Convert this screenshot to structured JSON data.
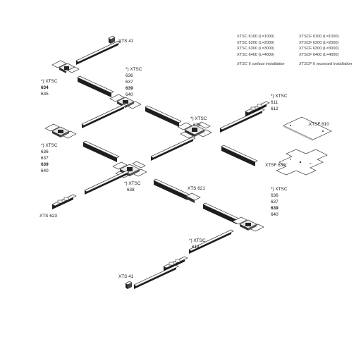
{
  "legend_left": {
    "lines": [
      "XTSC 6100 (L=1000)",
      "XTSC 6200 (L=2000)",
      "XTSC 6300 (L=3000)",
      "XTSC 6400 (L=4000)"
    ],
    "caption": "XTSC 6 surface installation"
  },
  "legend_right": {
    "lines": [
      "XTSCF 6100 (L=1000)",
      "XTSCF 6200 (L=2000)",
      "XTSCF 6300 (L=3000)",
      "XTSCF 6400 (L=4000)"
    ],
    "caption": "XTSCF 6 recessed installation"
  },
  "labels": {
    "xts41_top": "XTS 41",
    "xts41_bottom": "XTS 41",
    "xtsc634": {
      "title": "*) XTSC",
      "codes": [
        "634",
        "635"
      ]
    },
    "xtsc636_mid": {
      "title": "*) XTSC",
      "codes": [
        "636",
        "637",
        "639",
        "640"
      ]
    },
    "xtsc636_left": {
      "title": "*) XTSC",
      "codes": [
        "636",
        "637",
        "639",
        "640"
      ]
    },
    "xtsc636_right": {
      "title": "*) XTSC",
      "codes": [
        "636",
        "637",
        "639",
        "640"
      ]
    },
    "xtsc638_upper": {
      "title": "*) XTSC",
      "codes": [
        "638"
      ]
    },
    "xtsc638_lower": {
      "title": "*) XTSC",
      "codes": [
        "638"
      ]
    },
    "xtsc611": {
      "title": "*) XTSC",
      "codes": [
        "611",
        "612"
      ]
    },
    "xtsc614": {
      "title": "*) XTSC",
      "codes": [
        "614"
      ]
    },
    "xtsf610": "XTSF 610",
    "xtsf630": "XTSF 630",
    "xts621": "XTS 621",
    "xts623": "XTS 623"
  },
  "colors": {
    "line": "#1a1a1a",
    "rail_top": "#f4f4f4",
    "rail_side": "#1e1e1e",
    "plate": "#ffffff"
  }
}
